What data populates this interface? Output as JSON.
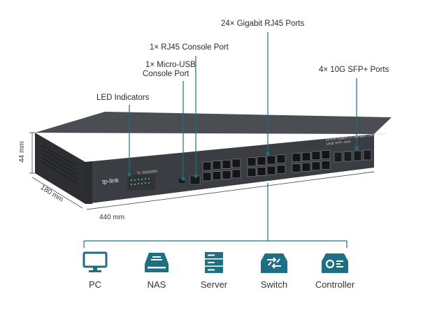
{
  "callouts": {
    "led": "LED Indicators",
    "micro_usb_line1": "1× Micro-USB",
    "micro_usb_line2": "Console Port",
    "rj45_console": "1× RJ45 Console Port",
    "gigabit": "24× Gigabit RJ45 Ports",
    "sfp": "4× 10G SFP+ Ports"
  },
  "dimensions": {
    "height": "44 mm",
    "depth": "180 mm",
    "width": "440 mm"
  },
  "switch_panel": {
    "brand": "tp-link",
    "model": "TL-SG3428X",
    "ports_label": "24-Port Gigabit L2+ Managed Switch with 4 10GE SFP+ Slots"
  },
  "devices": [
    {
      "label": "PC",
      "icon": "monitor-icon"
    },
    {
      "label": "NAS",
      "icon": "nas-icon"
    },
    {
      "label": "Server",
      "icon": "server-icon"
    },
    {
      "label": "Switch",
      "icon": "switch-icon"
    },
    {
      "label": "Controller",
      "icon": "controller-icon"
    }
  ],
  "colors": {
    "accent": "#1d6f84",
    "callout_line": "#1d6f84",
    "switch_body": "#3a3d42"
  }
}
